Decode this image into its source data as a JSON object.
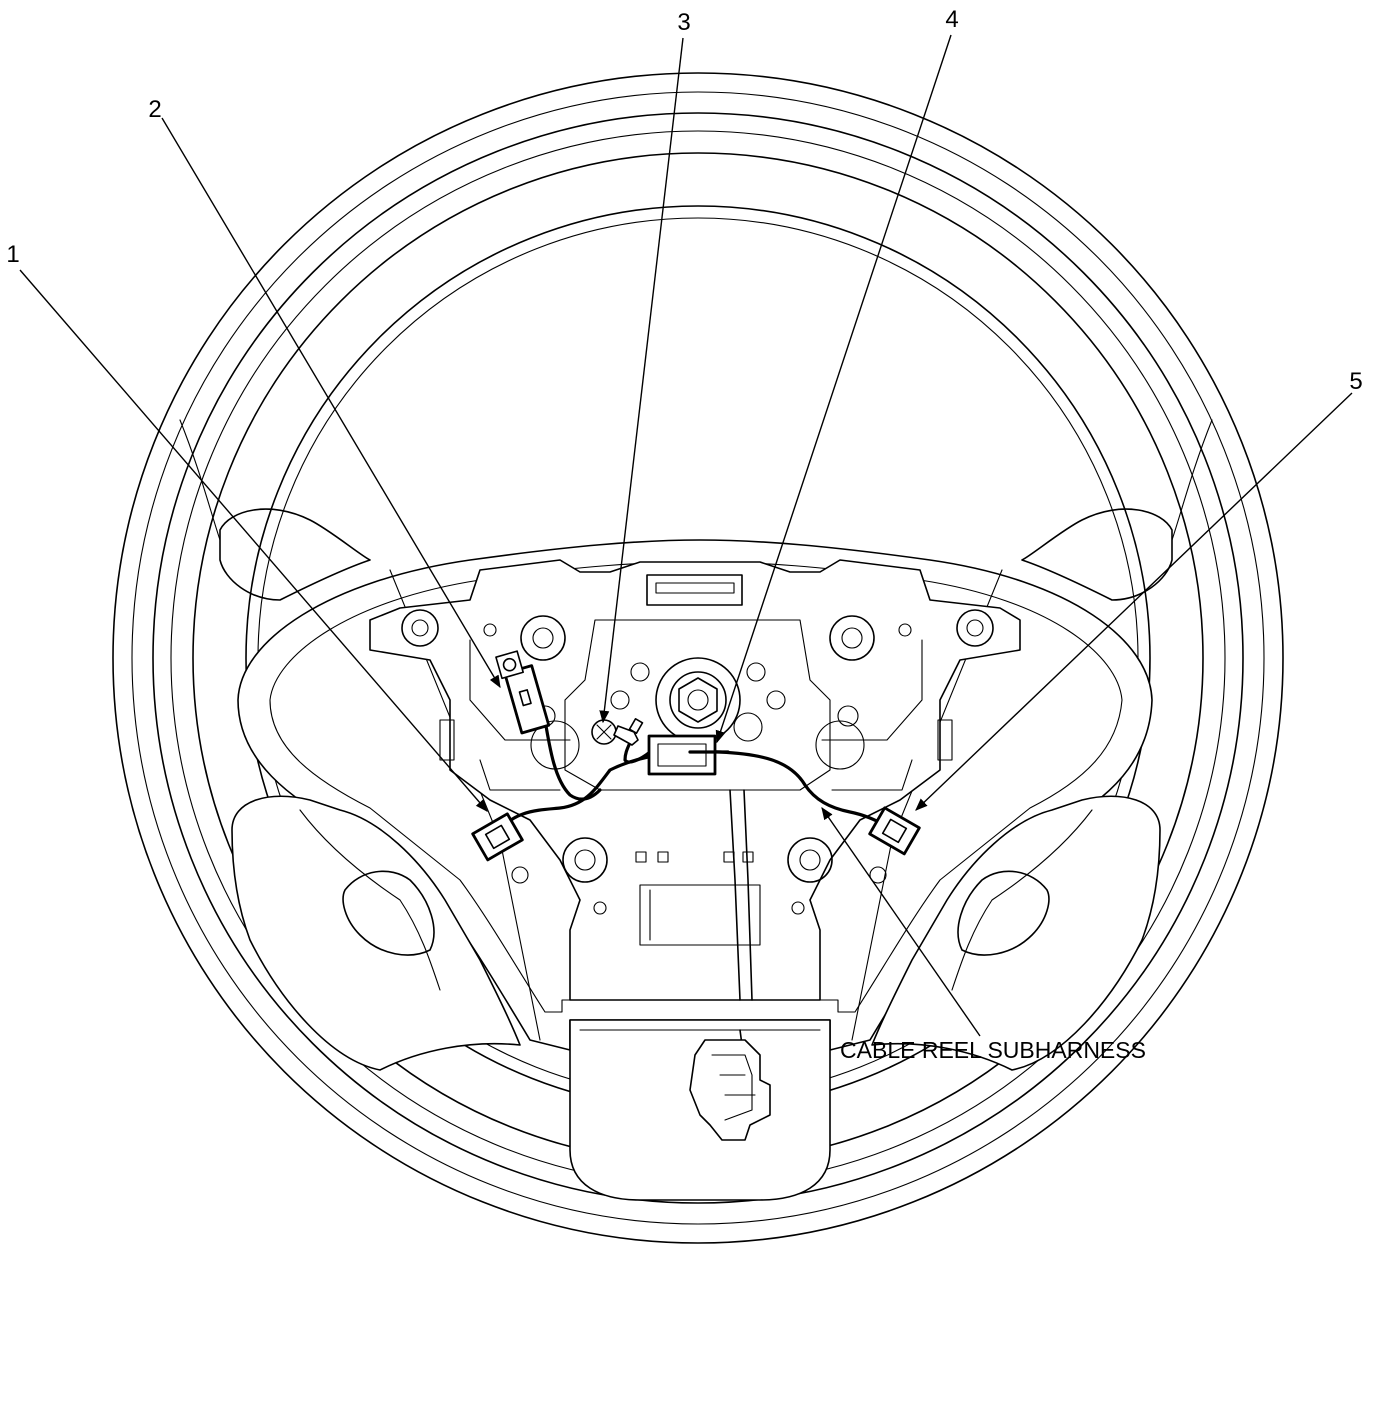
{
  "callouts": [
    {
      "id": "1",
      "label": "1"
    },
    {
      "id": "2",
      "label": "2"
    },
    {
      "id": "3",
      "label": "3"
    },
    {
      "id": "4",
      "label": "4"
    },
    {
      "id": "5",
      "label": "5"
    }
  ],
  "caption": {
    "label": "CABLE REEL SUBHARNESS"
  }
}
